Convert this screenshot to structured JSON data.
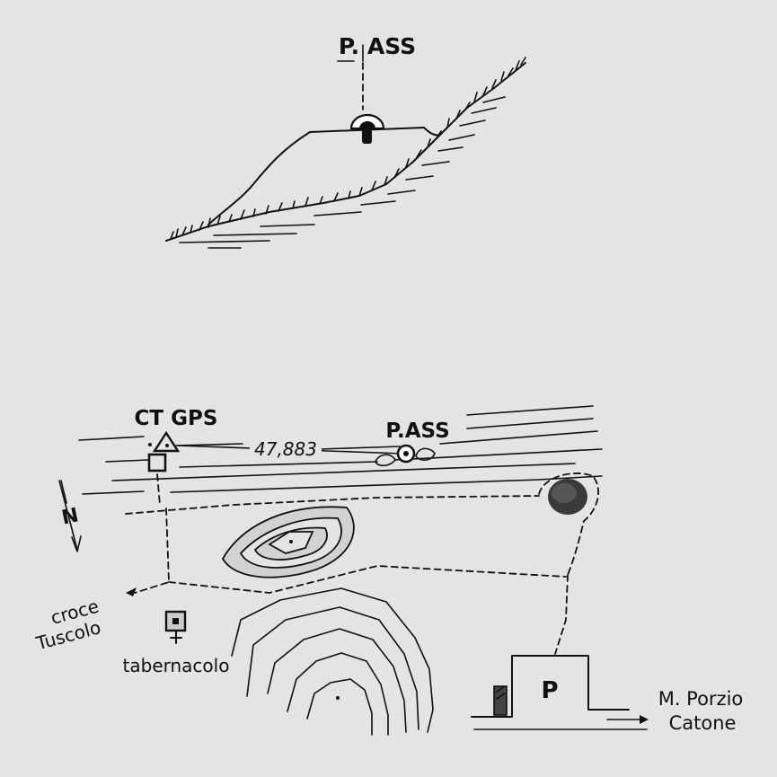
{
  "elevation_view": {
    "label": "P. ASS"
  },
  "plan_view": {
    "ct_gps_label": "CT GPS",
    "pass_label": "P.ASS",
    "distance_label": "47,883",
    "north_label": "N",
    "croce_label_line1": "croce",
    "croce_label_line2": "Tuscolo",
    "tabernacolo_label": "tabernacolo",
    "parking_label": "P",
    "porzio_label_line1": "M. Porzio",
    "porzio_label_line2": "Catone"
  }
}
